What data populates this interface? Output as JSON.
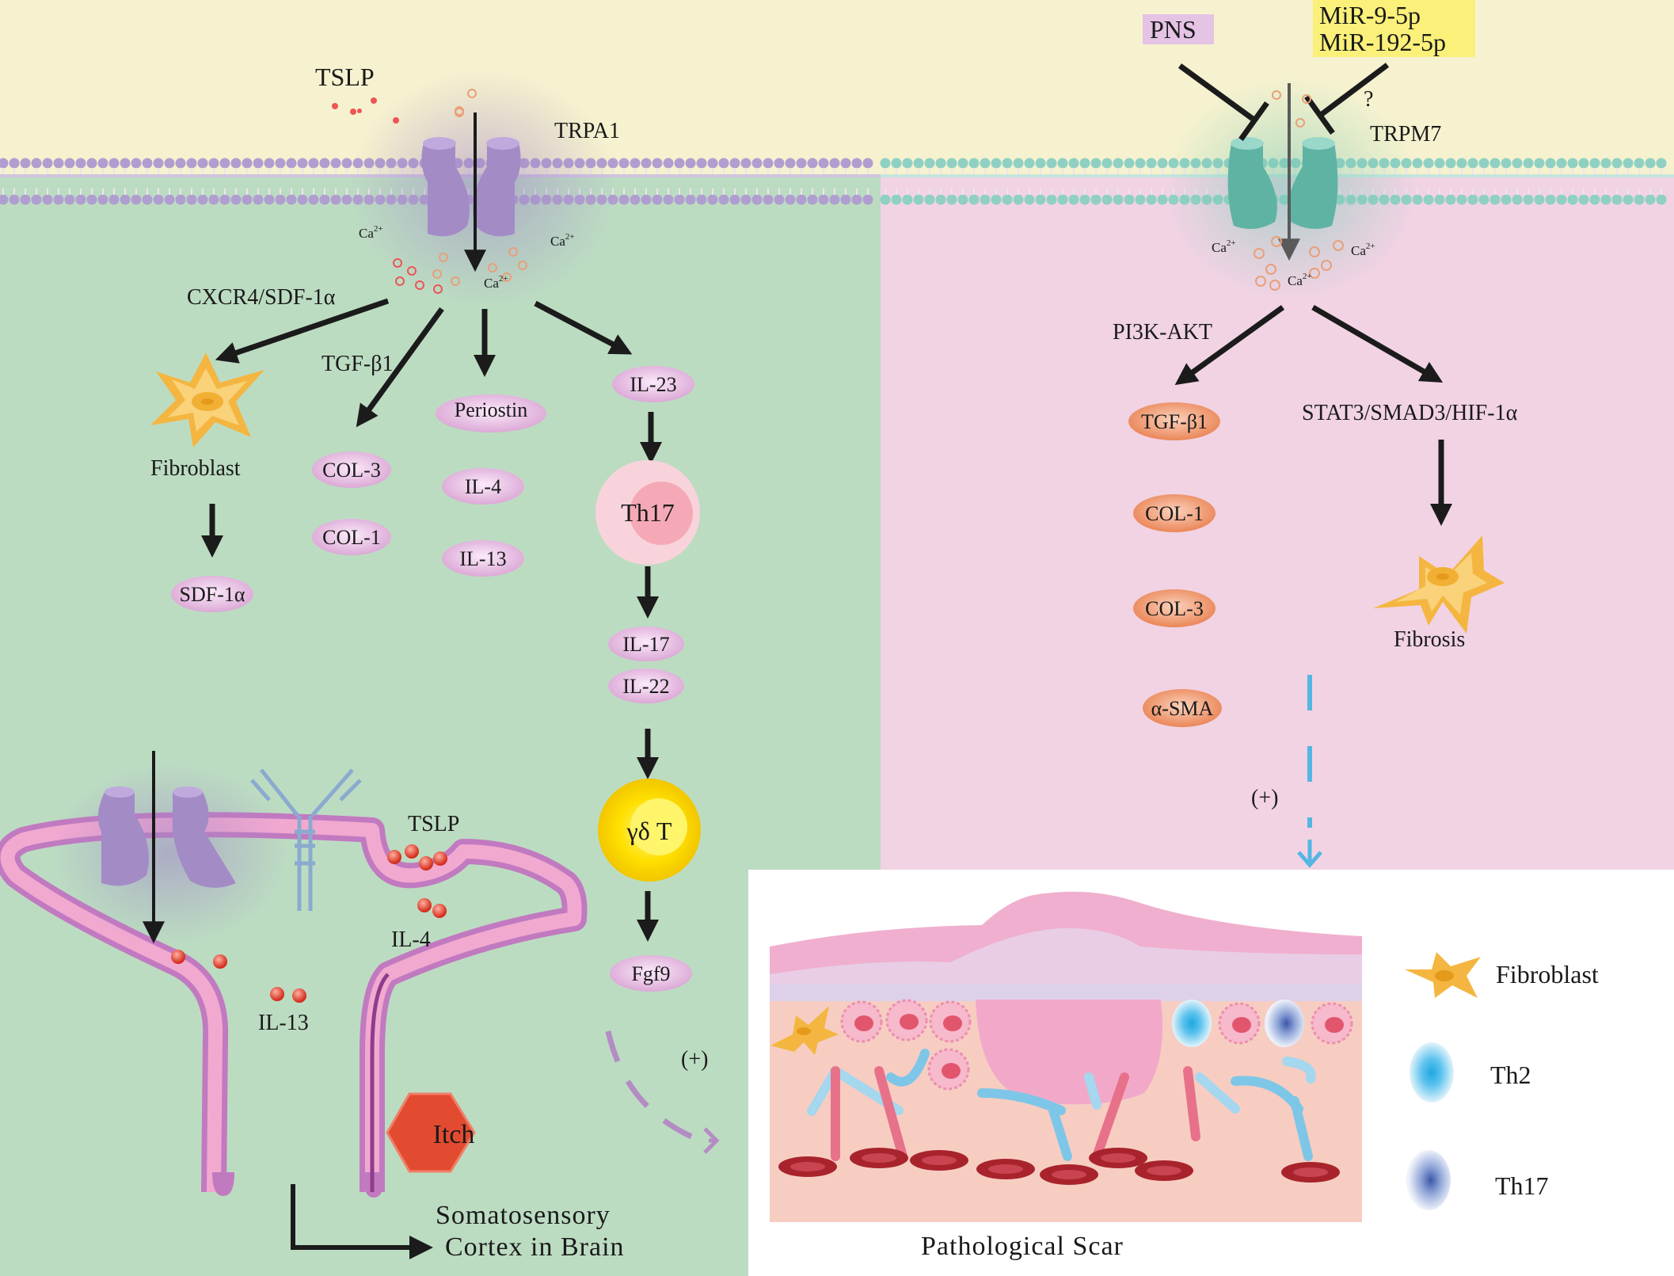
{
  "regions": {
    "membrane_zone": "#f6f2cf",
    "left_panel": "#bcdcc2",
    "right_panel": "#f1d3e4",
    "scar_panel": "#ffffff"
  },
  "colors": {
    "lipid_left": "#b19ed0",
    "lipid_right": "#8fd0c3",
    "channel_left": "#a38bc6",
    "channel_right": "#5fb3a3",
    "arrow": "#1b1b1b",
    "pill_left": "#e6b9e0",
    "pill_right": "#ee8f62",
    "fibroblast": "#f4b640",
    "dash_blue": "#54b6e2",
    "dash_purple": "#b48cc4",
    "itch_hex": "#e34b30"
  },
  "top": {
    "tslp_label": "TSLP",
    "trpa1_label": "TRPA1",
    "pns_label": "PNS",
    "mirna_1": "MiR-9-5p",
    "mirna_2": "MiR-192-5p",
    "question_mark": "?",
    "trpm7_label": "TRPM7",
    "ca_ion": "Ca",
    "ca_charge": "2+"
  },
  "left_pathway": {
    "cxcr4_label": "CXCR4/SDF-1α",
    "tgf_label": "TGF-β1",
    "fibroblast_label": "Fibroblast",
    "pills": {
      "sdf": "SDF-1α",
      "col3": "COL-3",
      "col1": "COL-1",
      "periostin": "Periostin",
      "il4": "IL-4",
      "il13": "IL-13",
      "il23": "IL-23",
      "il17": "IL-17",
      "il22": "IL-22",
      "fgf9": "Fgf9"
    },
    "th17_cell": "Th17",
    "gdt_cell": "γδ T",
    "plus_label": "(+)"
  },
  "right_pathway": {
    "pi3k_label": "PI3K-AKT",
    "stat_label": "STAT3/SMAD3/HIF-1α",
    "pills": {
      "tgf": "TGF-β1",
      "col1": "COL-1",
      "col3": "COL-3",
      "asma": "α-SMA"
    },
    "fibrosis_label": "Fibrosis",
    "plus_label": "(+)"
  },
  "neuron": {
    "tslp_label": "TSLP",
    "il4_label": "IL-4",
    "il13_label": "IL-13",
    "itch_label": "Itch",
    "cortex_line1": "Somatosensory",
    "cortex_line2": "Cortex in Brain"
  },
  "scar": {
    "title": "Pathological Scar",
    "legend": {
      "fibroblast": "Fibroblast",
      "th2": "Th2",
      "th17": "Th17"
    }
  }
}
